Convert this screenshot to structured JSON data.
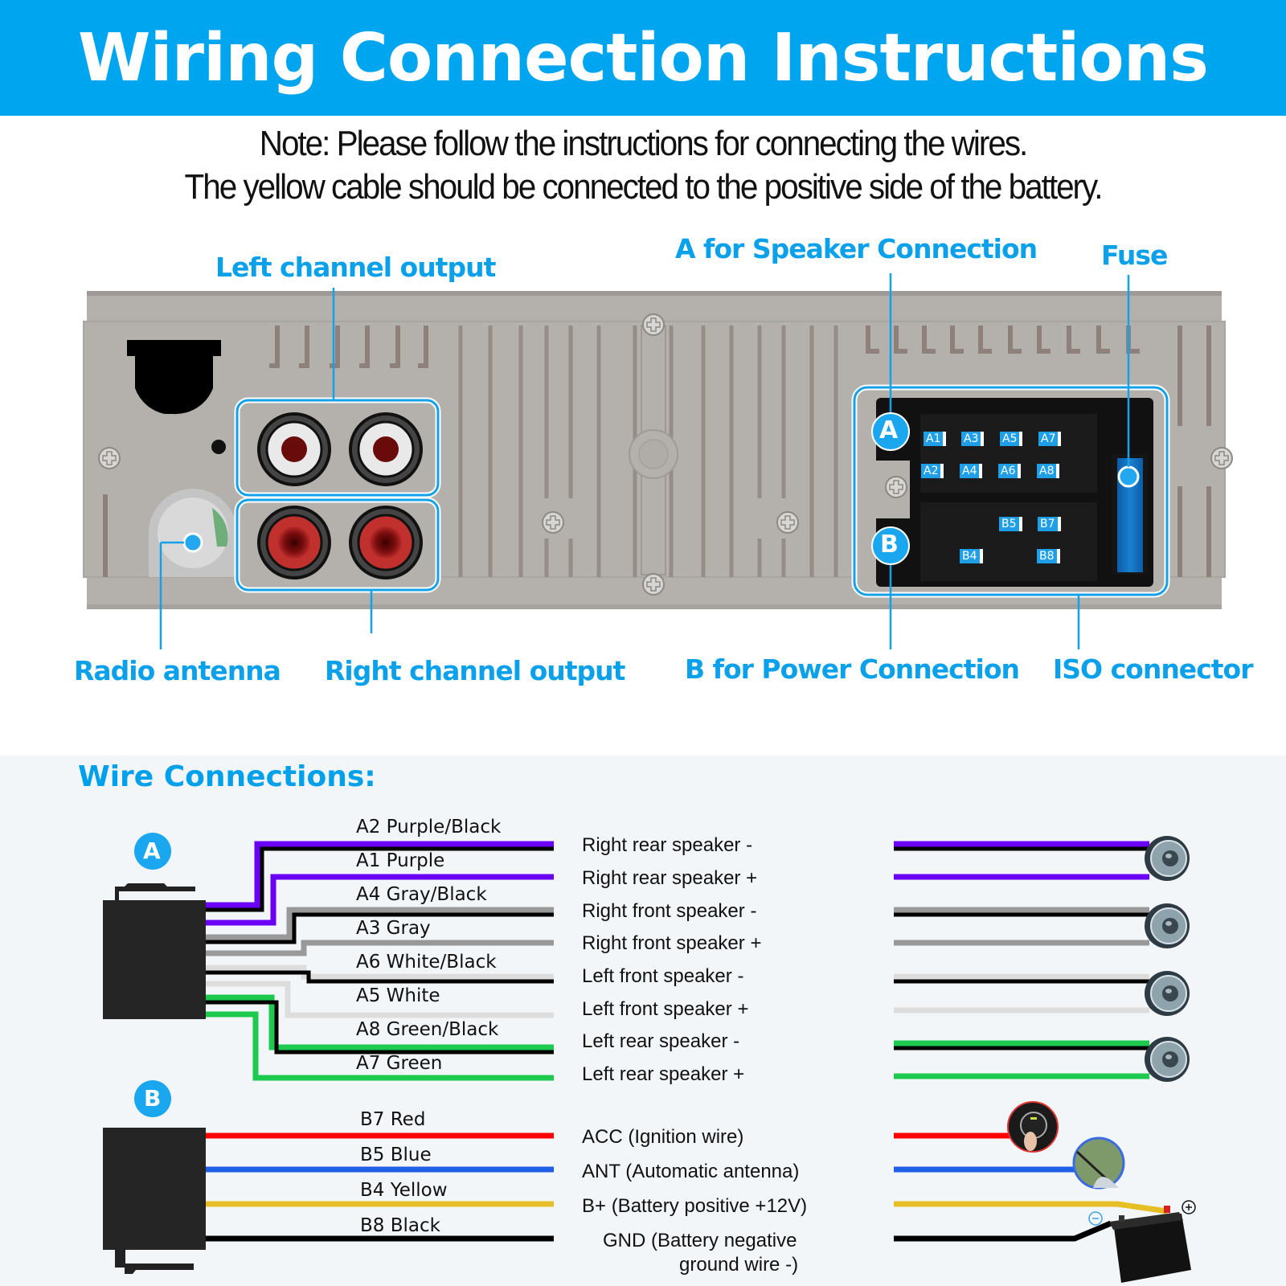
{
  "header": {
    "title": "Wiring Connection Instructions"
  },
  "note": {
    "line1": "Note: Please follow the instructions for connecting the wires.",
    "line2": "The yellow cable should be connected to the positive side of the battery."
  },
  "callouts": {
    "left_channel": "Left channel output",
    "speaker_a": "A  for Speaker Connection",
    "fuse": "Fuse",
    "radio_antenna": "Radio antenna",
    "right_channel": "Right channel output",
    "power_b": "B for Power Connection",
    "iso": "ISO connector"
  },
  "iso_connector": {
    "badge_a": "A",
    "badge_b": "B",
    "pins_a": [
      "A1",
      "A3",
      "A5",
      "A7",
      "A2",
      "A4",
      "A6",
      "A8"
    ],
    "pins_b": [
      "B5",
      "B7",
      "B4",
      "B8"
    ]
  },
  "colors": {
    "accent": "#00a5ef",
    "purple": "#6a00f4",
    "gray": "#999999",
    "white_wire": "#dddddd",
    "green": "#1ec94f",
    "red": "#ff0000",
    "blue": "#1f5fe6",
    "yellow": "#e6bf26",
    "black": "#000000"
  },
  "wire_connections": {
    "title": "Wire Connections:",
    "group_a": {
      "badge": "A",
      "wires": [
        {
          "label": "A2 Purple/Black",
          "function": "Right rear speaker -"
        },
        {
          "label": "A1 Purple",
          "function": "Right rear speaker +"
        },
        {
          "label": "A4 Gray/Black",
          "function": "Right front speaker -"
        },
        {
          "label": "A3 Gray",
          "function": "Right front speaker +"
        },
        {
          "label": "A6 White/Black",
          "function": "Left front speaker -"
        },
        {
          "label": "A5 White",
          "function": "Left front speaker +"
        },
        {
          "label": "A8 Green/Black",
          "function": "Left rear speaker -"
        },
        {
          "label": "A7 Green",
          "function": "Left rear speaker +"
        }
      ]
    },
    "group_b": {
      "badge": "B",
      "wires": [
        {
          "label": "B7 Red",
          "function": "ACC (Ignition wire)"
        },
        {
          "label": "B5 Blue",
          "function": "ANT (Automatic antenna)"
        },
        {
          "label": "B4 Yellow",
          "function": "B+ (Battery positive +12V)"
        },
        {
          "label": "B8 Black",
          "function_line1": "GND (Battery negative",
          "function_line2": "ground wire -)"
        }
      ]
    },
    "battery_plus": "+",
    "battery_minus": "−"
  }
}
